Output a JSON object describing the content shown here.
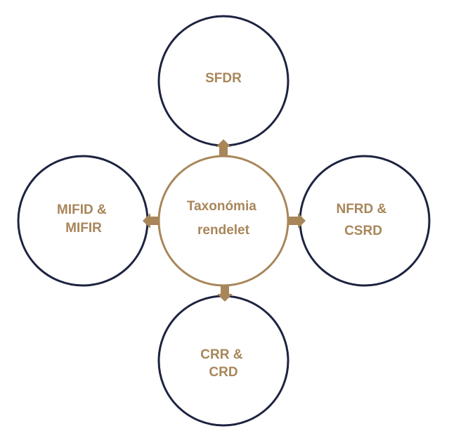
{
  "colors": {
    "gold": "#a8865a",
    "navy": "#1d2340",
    "background": "#ffffff"
  },
  "center": {
    "lines": [
      "Taxonómia",
      "rendelet"
    ]
  },
  "nodes": {
    "top": {
      "lines": [
        "SFDR"
      ]
    },
    "left": {
      "lines": [
        "MIFID &",
        "MIFIR"
      ]
    },
    "right": {
      "lines": [
        "NFRD &",
        "CSRD"
      ]
    },
    "bottom": {
      "lines": [
        "CRR &",
        "CRD"
      ]
    }
  }
}
